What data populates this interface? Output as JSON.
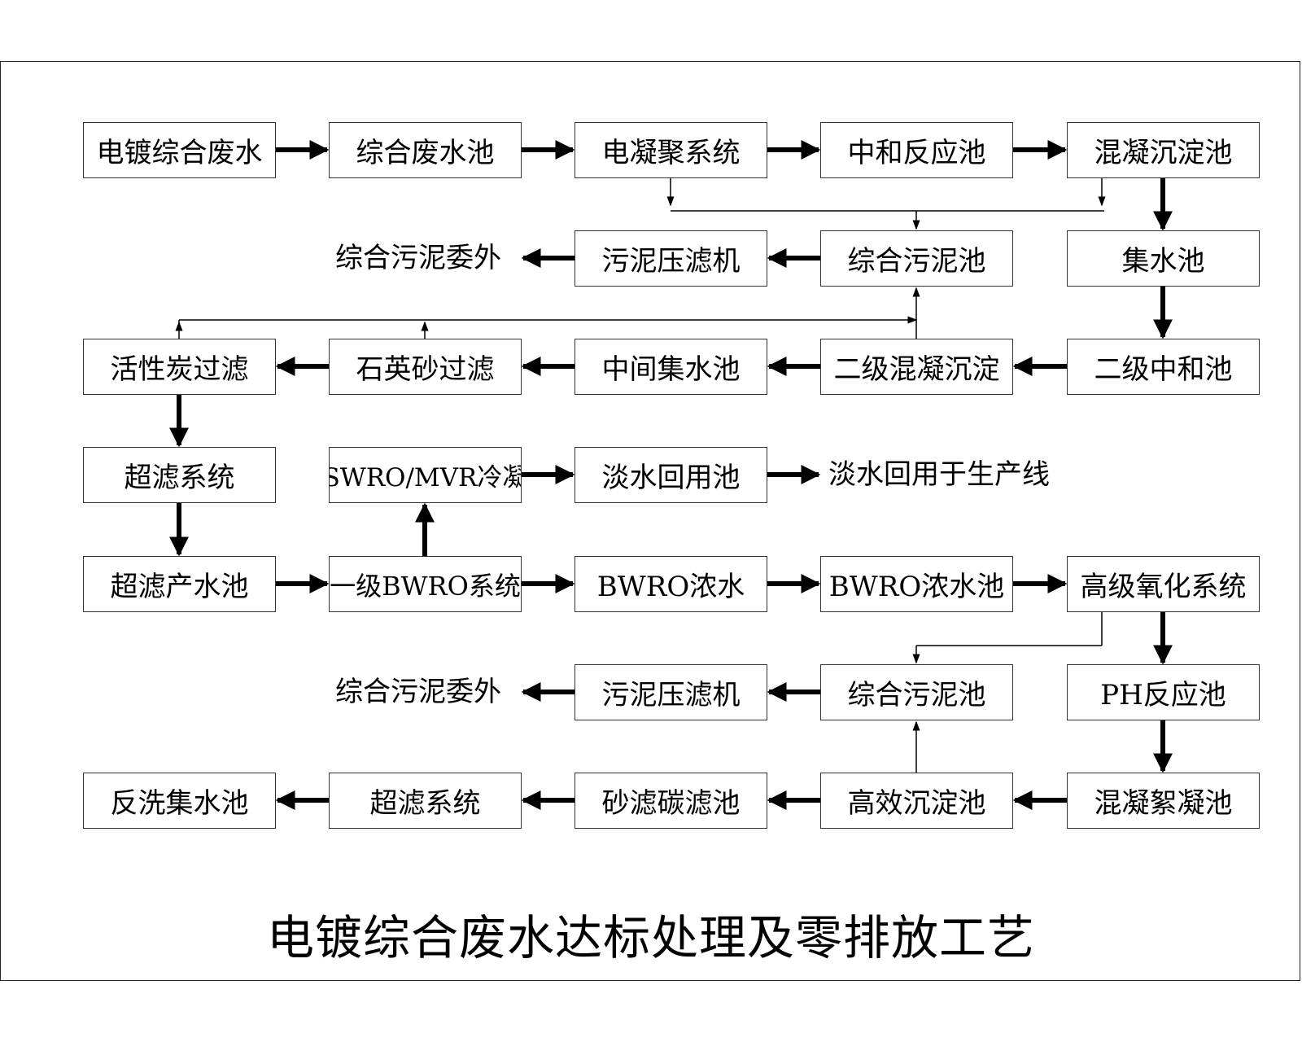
{
  "title": "电镀综合废水达标处理及零排放工艺",
  "nodes": {
    "n_wastewater": "电镀综合废水",
    "n_mixpool": "综合废水池",
    "n_ec": "电凝聚系统",
    "n_neutral": "中和反应池",
    "n_coag": "混凝沉淀池",
    "n_sludge1": "综合污泥池",
    "n_press1": "污泥压滤机",
    "n_out1": "综合污泥委外",
    "n_collect": "集水池",
    "n_neutral2": "二级中和池",
    "n_coag2": "二级混凝沉淀",
    "n_midpool": "中间集水池",
    "n_sand": "石英砂过滤",
    "n_carbon": "活性炭过滤",
    "n_uf": "超滤系统",
    "n_ufpool": "超滤产水池",
    "n_bwro": "一级BWRO系统",
    "n_swro": "SWRO/MVR冷凝",
    "n_fresh": "淡水回用池",
    "n_reuse": "淡水回用于生产线",
    "n_conc": "BWRO浓水",
    "n_concpool": "BWRO浓水池",
    "n_aop": "高级氧化系统",
    "n_ph": "PH反应池",
    "n_floc": "混凝絮凝池",
    "n_sludge2": "综合污泥池",
    "n_press2": "污泥压滤机",
    "n_out2": "综合污泥委外",
    "n_hes": "高效沉淀池",
    "n_sandc": "砂滤碳滤池",
    "n_uf2": "超滤系统",
    "n_backwash": "反洗集水池"
  }
}
